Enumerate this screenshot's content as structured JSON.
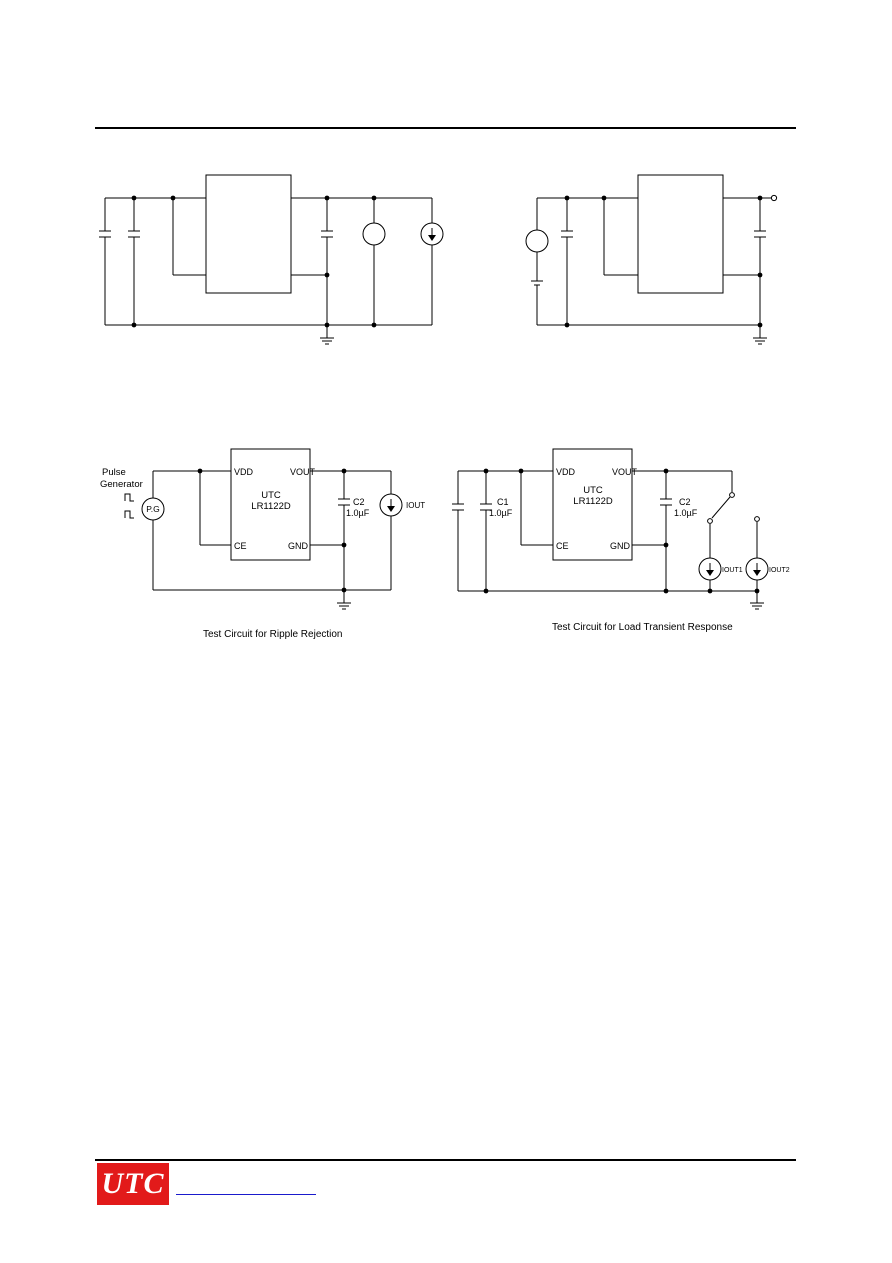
{
  "footer": {
    "logo_text": "UTC"
  },
  "circuit_ripple": {
    "caption": "Test Circuit for Ripple Rejection",
    "generator_label_1": "Pulse",
    "generator_label_2": "Generator",
    "pg_label": "P.G",
    "ic_name_1": "UTC",
    "ic_name_2": "LR1122D",
    "pin_vdd": "VDD",
    "pin_vout": "VOUT",
    "pin_ce": "CE",
    "pin_gnd": "GND",
    "cap_name": "C2",
    "cap_value": "1.0µF",
    "load_label": "IOUT"
  },
  "circuit_transient": {
    "caption": "Test Circuit for Load Transient Response",
    "ic_name_1": "UTC",
    "ic_name_2": "LR1122D",
    "pin_vdd": "VDD",
    "pin_vout": "VOUT",
    "pin_ce": "CE",
    "pin_gnd": "GND",
    "cap1_name": "C1",
    "cap1_value": "1.0µF",
    "cap2_name": "C2",
    "cap2_value": "1.0µF",
    "load1_label": "IOUT1",
    "load2_label": "IOUT2"
  }
}
